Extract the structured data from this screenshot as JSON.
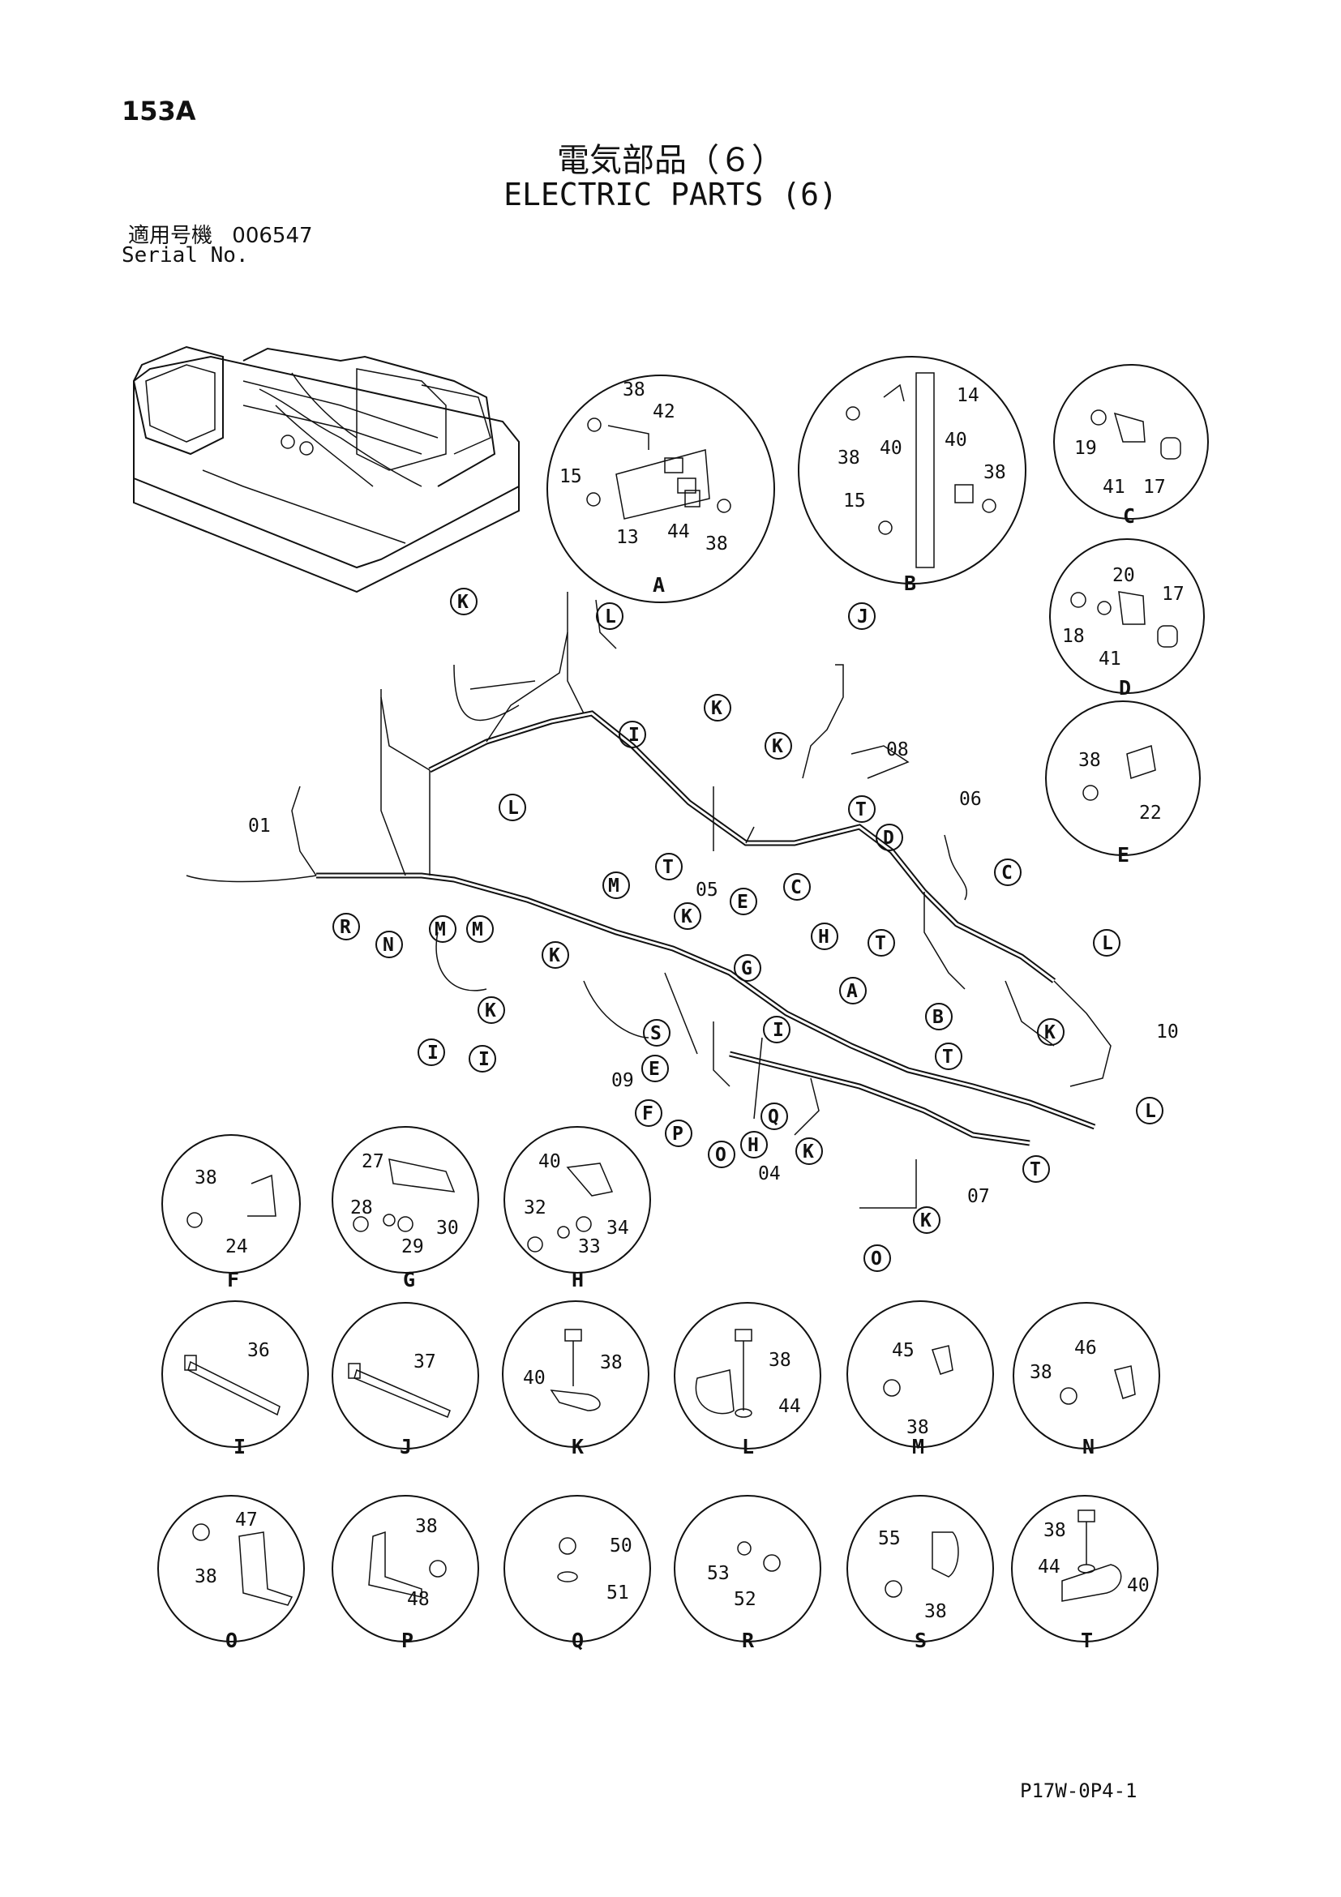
{
  "page": {
    "number": "153A",
    "title_jp": "電気部品（６）",
    "title_en": "ELECTRIC PARTS (6)",
    "serial_label_jp": "適用号機",
    "serial_value": "006547",
    "serial_label_en": "Serial No.",
    "footer_code": "P17W-0P4-1"
  },
  "details": {
    "A": [
      "38",
      "42",
      "15",
      "13",
      "44",
      "38"
    ],
    "B": [
      "14",
      "40",
      "38",
      "40",
      "38",
      "15"
    ],
    "C": [
      "19",
      "41",
      "17"
    ],
    "D": [
      "20",
      "17",
      "18",
      "41"
    ],
    "E": [
      "38",
      "22"
    ],
    "F": [
      "38",
      "24"
    ],
    "G": [
      "27",
      "28",
      "29",
      "30"
    ],
    "H": [
      "40",
      "32",
      "33",
      "34"
    ],
    "I": [
      "36"
    ],
    "J": [
      "37"
    ],
    "K": [
      "38",
      "40"
    ],
    "L": [
      "38",
      "44"
    ],
    "M": [
      "45",
      "38"
    ],
    "N": [
      "46",
      "38"
    ],
    "O": [
      "47",
      "38"
    ],
    "P": [
      "38",
      "48"
    ],
    "Q": [
      "50",
      "51"
    ],
    "R": [
      "53",
      "52"
    ],
    "S": [
      "55",
      "38"
    ],
    "T": [
      "38",
      "44",
      "40"
    ]
  },
  "harness_labels": [
    "01",
    "04",
    "05",
    "06",
    "07",
    "08",
    "09",
    "10"
  ],
  "callout_letters": [
    "K",
    "L",
    "J",
    "I",
    "K",
    "K",
    "T",
    "T",
    "C",
    "M",
    "M",
    "M",
    "R",
    "N",
    "K",
    "K",
    "K",
    "S",
    "E",
    "G",
    "H",
    "I",
    "A",
    "B",
    "K",
    "T",
    "L",
    "F",
    "P",
    "O",
    "H",
    "Q",
    "K",
    "K",
    "T",
    "O",
    "I",
    "I",
    "D",
    "L",
    "E",
    "C",
    "T"
  ]
}
